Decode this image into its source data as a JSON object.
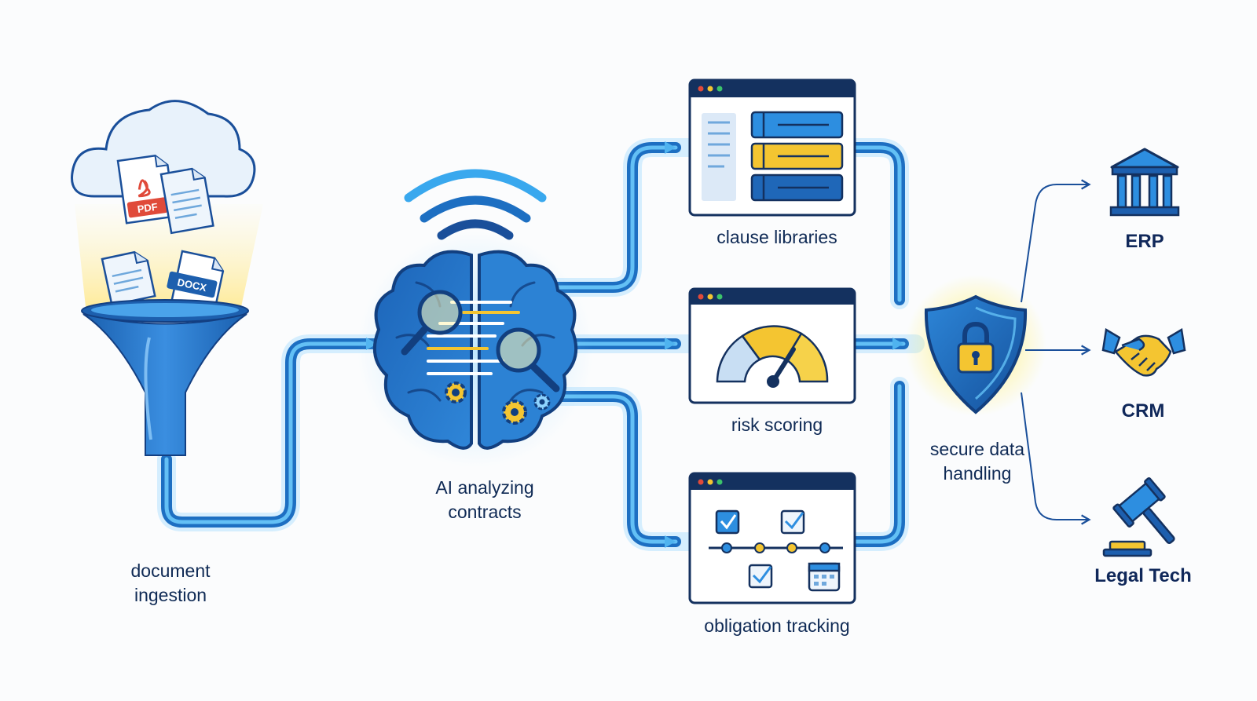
{
  "colors": {
    "primary_blue": "#1d6fc2",
    "dark_navy": "#10285a",
    "light_blue": "#4fb3ef",
    "accent_yellow": "#f4c531",
    "pdf_red": "#e04a3a"
  },
  "sources": {
    "pdf_badge": "PDF",
    "docx_badge": "DOCX",
    "label_line1": "document",
    "label_line2": "ingestion"
  },
  "ai": {
    "label_line1": "AI analyzing",
    "label_line2": "contracts"
  },
  "modules": {
    "clause_libraries": "clause libraries",
    "risk_scoring": "risk scoring",
    "obligation_tracking": "obligation tracking"
  },
  "security": {
    "label_line1": "secure data",
    "label_line2": "handling"
  },
  "targets": [
    {
      "label": "ERP",
      "icon": "bank-icon"
    },
    {
      "label": "CRM",
      "icon": "handshake-icon"
    },
    {
      "label": "Legal Tech",
      "icon": "gavel-icon"
    }
  ]
}
